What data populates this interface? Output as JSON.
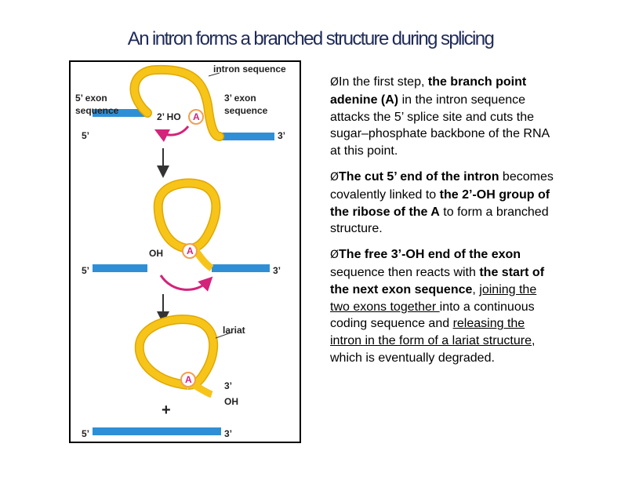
{
  "title": "An intron forms a branched structure during  splicing",
  "figure": {
    "stage1": {
      "intron_label": "intron sequence",
      "exon5_label_1": "5’ exon",
      "exon5_label_2": "sequence",
      "exon3_label_1": "3’ exon",
      "exon3_label_2": "sequence",
      "ho_label": "2’ HO",
      "a_label": "A",
      "five_prime": "5’",
      "three_prime": "3’"
    },
    "stage2": {
      "oh_label": "OH",
      "a_label": "A",
      "five_prime": "5’",
      "three_prime": "3’"
    },
    "stage3": {
      "lariat_label": "lariat",
      "a_label": "A",
      "three_prime_label": "3’",
      "oh_label": "OH",
      "plus": "+",
      "five_prime": "5’",
      "three_prime": "3’"
    },
    "colors": {
      "exon": "#2f8fd6",
      "intron": "#f7c41a",
      "arrow": "#d4237a",
      "a_circle": "#f0a050"
    }
  },
  "bullets": [
    {
      "marker": "Ø",
      "parts": [
        {
          "t": "In the first step, ",
          "s": ""
        },
        {
          "t": "the branch point adenine (A)",
          "s": "b"
        },
        {
          "t": " in the intron sequence attacks the 5’ splice site and cuts the sugar–phosphate backbone of the RNA at this point.",
          "s": ""
        }
      ]
    },
    {
      "marker": "Ø",
      "parts": [
        {
          "t": "The cut 5’ end of the intron",
          "s": "b"
        },
        {
          "t": " becomes covalently linked to ",
          "s": ""
        },
        {
          "t": "the 2’-OH group of the ribose of the A",
          "s": "b"
        },
        {
          "t": " to form a branched structure.",
          "s": ""
        }
      ]
    },
    {
      "marker": "Ø",
      "parts": [
        {
          "t": "The free 3’-OH end of the exon",
          "s": "b"
        },
        {
          "t": " sequence then reacts with ",
          "s": ""
        },
        {
          "t": "the start of the next exon sequence",
          "s": "b"
        },
        {
          "t": ", ",
          "s": ""
        },
        {
          "t": "joining the two exons together ",
          "s": "u"
        },
        {
          "t": "into a continuous coding sequence and ",
          "s": ""
        },
        {
          "t": "releasing the intron in the form of a lariat structure",
          "s": "u"
        },
        {
          "t": ", which is eventually degraded.",
          "s": ""
        }
      ]
    }
  ]
}
